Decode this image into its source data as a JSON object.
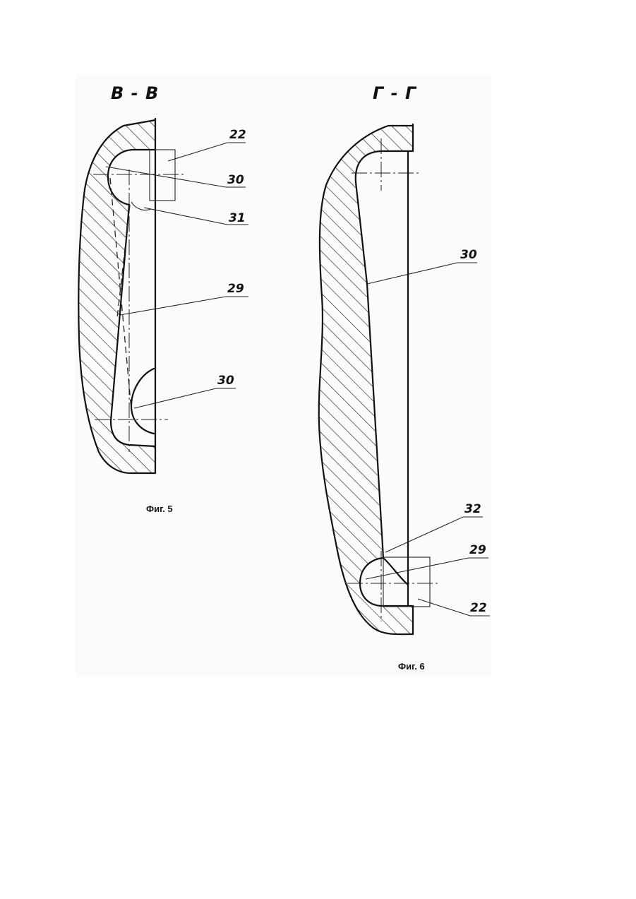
{
  "figures": [
    {
      "id": "fig5",
      "section_title": "B - B",
      "caption": "Фиг. 5",
      "callouts": [
        "22",
        "30",
        "31",
        "29",
        "30"
      ]
    },
    {
      "id": "fig6",
      "section_title": "Г - Г",
      "caption": "Фиг. 6",
      "callouts": [
        "30",
        "32",
        "29",
        "22"
      ]
    }
  ]
}
